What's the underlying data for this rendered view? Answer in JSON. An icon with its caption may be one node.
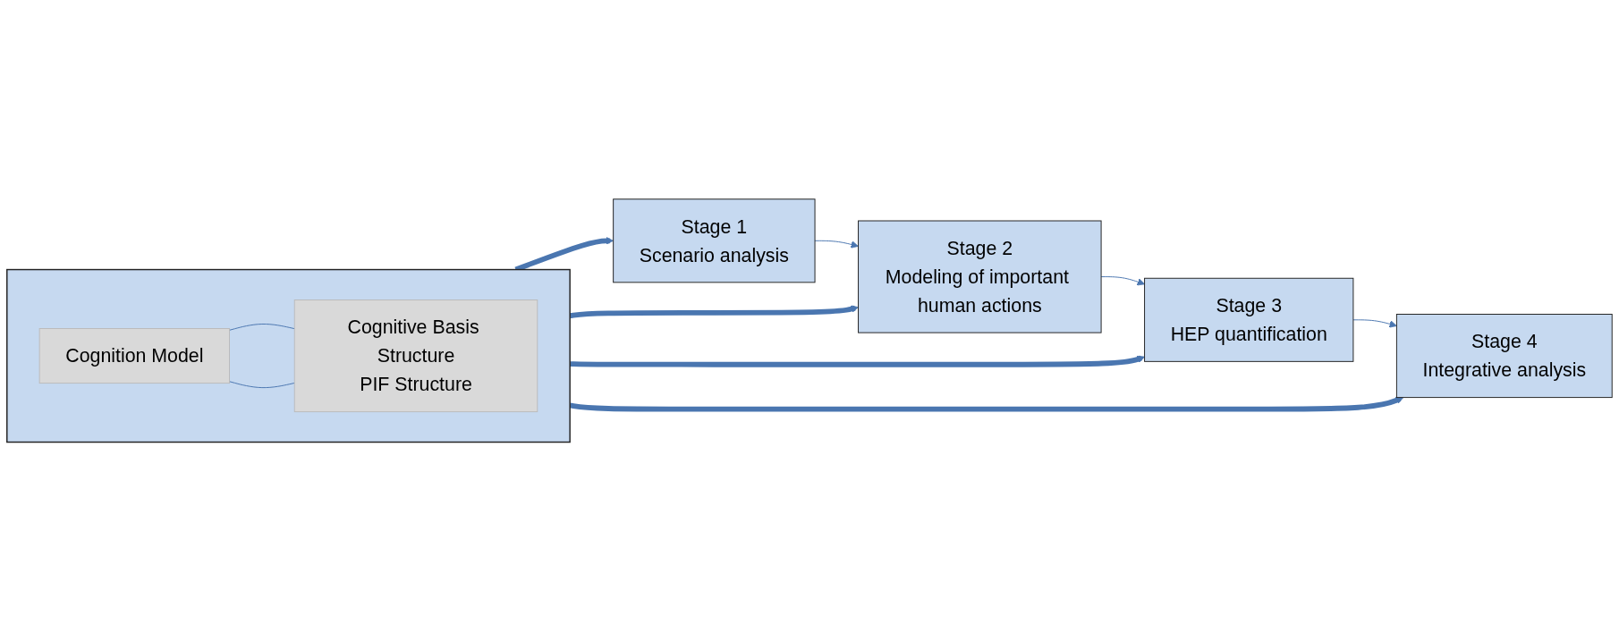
{
  "diagram": {
    "nodes": [
      {
        "text": [],
        "shape": "box"
      },
      {
        "text": [
          "Cognition Model"
        ],
        "in": 0
      },
      {
        "text": [
          "Cognitive Basis Structure",
          "PIF Structure"
        ],
        "in": 0
      },
      {
        "text": [
          "Stage 1",
          "Scenario analysis"
        ]
      },
      {
        "text": [
          "Stage 2",
          "Modeling of important human actions"
        ]
      },
      {
        "text": [
          "Stage 3",
          "HEP quantification"
        ]
      },
      {
        "text": [
          "Stage 4",
          "Integrative analysis"
        ]
      }
    ],
    "edges": [
      {
        "from": 1,
        "to": 2,
        "arrow": "none"
      },
      {
        "from": 1,
        "to": 2,
        "arrow": "none"
      },
      {
        "from": 0,
        "to": 3,
        "arrow": "to",
        "style": "thick"
      },
      {
        "from": 0,
        "to": 4,
        "arrow": "to",
        "style": "thick"
      },
      {
        "from": 0,
        "to": 5,
        "arrow": "to",
        "style": "thick"
      },
      {
        "from": 0,
        "to": 6,
        "arrow": "to",
        "style": "thick"
      },
      {
        "from": 3,
        "to": 4,
        "arrow": "to"
      },
      {
        "from": 4,
        "to": 5,
        "arrow": "to"
      },
      {
        "from": 5,
        "to": 6,
        "arrow": "to"
      }
    ]
  }
}
